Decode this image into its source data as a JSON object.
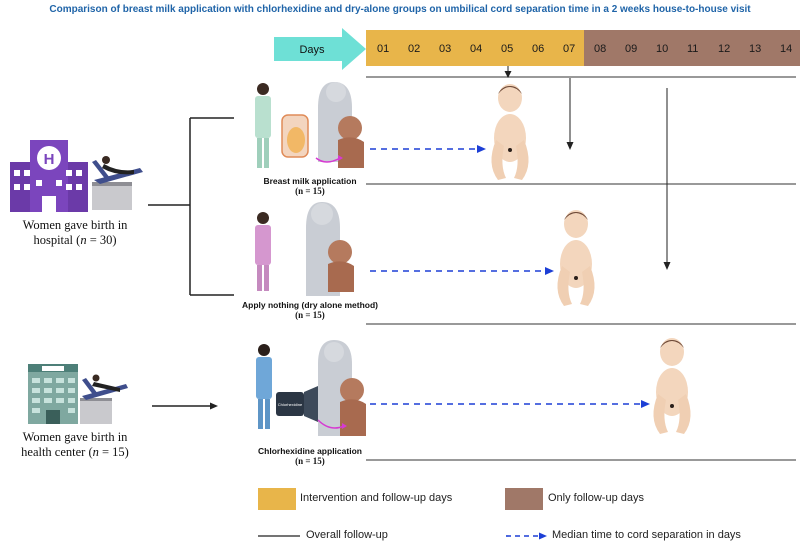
{
  "title": "Comparison of breast milk application with chlorhexidine and dry-alone groups on umbilical cord separation time in a 2 weeks house-to-house visit",
  "timeline": {
    "arrow_label": "Days",
    "days": [
      "01",
      "02",
      "03",
      "04",
      "05",
      "06",
      "07",
      "08",
      "09",
      "10",
      "11",
      "12",
      "13",
      "14"
    ],
    "intervention_days": 7
  },
  "sources": {
    "hospital": {
      "line1": "Women gave birth in",
      "line2_prefix": "hospital (",
      "n_italic": "n",
      "line2_suffix": " = 30)"
    },
    "health_center": {
      "line1": "Women gave birth in",
      "line2_prefix": "health center (",
      "n_italic": "n",
      "line2_suffix": " = 15)"
    }
  },
  "groups": [
    {
      "label": "Breast milk application",
      "n_text": "(n = 15)",
      "median_day": 5
    },
    {
      "label": "Apply nothing (dry alone method)",
      "n_text": "(n = 15)",
      "median_day": 7
    },
    {
      "label": "Chlorhexidine application",
      "n_text": "(n = 15)",
      "median_day": 10
    }
  ],
  "bottle_label": "Chlorhexidine",
  "legend": {
    "intervention": "Intervention and follow-up days",
    "followup_only": "Only follow-up days",
    "overall": "Overall follow-up",
    "median": "Median time to cord separation in days"
  },
  "colors": {
    "title": "#1f64a8",
    "arrow": "#6ee0d6",
    "intervention": "#e8b54a",
    "followup": "#a07868",
    "dashed": "#1d3fd6"
  }
}
